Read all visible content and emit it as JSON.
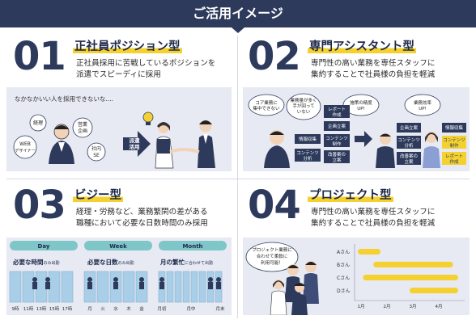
{
  "banner": {
    "title": "ご活用イメージ"
  },
  "panels": [
    {
      "number": "01",
      "title": "正社員ポジション型",
      "desc_lines": [
        "正社員採用に苦戦しているポジションを",
        "派遣でスピーディに採用"
      ],
      "caption": "なかなかいい人を採用できないな....",
      "bubbles": [
        "経理",
        "営業\n企画",
        "WEB\nデザイナー",
        "社内\nSE"
      ],
      "arrow_label": "派遣\n活用"
    },
    {
      "number": "02",
      "title": "専門アシスタント型",
      "desc_lines": [
        "専門性の高い業務を専任スタッフに",
        "集約することで社員様の負担を軽減"
      ],
      "bubble_left": [
        "コア業務に\n集中できない",
        "業務量が多く\n手が回って\nいない"
      ],
      "tasks_left": [
        "レポート\n作成",
        "企画立案",
        "情報収集",
        "コンテンツ\n制作",
        "コンテンツ\n分析",
        "改善案の\n立案"
      ],
      "bubble_right": [
        "施策の精度\nUP!",
        "業務効率\nUP!"
      ],
      "tasks_right_mid": [
        "企画立案",
        "コンテンツ\n分析",
        "改善案の\n立案"
      ],
      "tasks_right_side": [
        "情報収集",
        "コンテンツ\n制作",
        "レポート\n作成"
      ]
    },
    {
      "number": "03",
      "title": "ビジー型",
      "desc_lines": [
        "経理・労務など、業務繁閑の差がある",
        "職種において必要な日数時間のみ採用"
      ],
      "columns": [
        {
          "tab": "Day",
          "heading": "必要な時間",
          "suffix": "のみ出勤",
          "ticks": [
            "9時",
            "11時",
            "13時",
            "15時",
            "17時"
          ]
        },
        {
          "tab": "Week",
          "heading": "必要な日数",
          "suffix": "のみ出勤",
          "ticks": [
            "月",
            "火",
            "水",
            "木",
            "金"
          ]
        },
        {
          "tab": "Month",
          "heading": "月の繁忙",
          "suffix": "に合わせて出勤",
          "ticks": [
            "月初",
            "月中",
            "月末"
          ]
        }
      ]
    },
    {
      "number": "04",
      "title": "プロジェクト型",
      "desc_lines": [
        "専門性の高い業務を専任スタッフに",
        "集約することで社員様の負担を軽減"
      ],
      "bubble": "プロジェクト業務に\n合わせて柔軟に\n利用可能！",
      "gantt": {
        "rows": [
          "Aさん",
          "Bさん",
          "Cさん",
          "Dさん"
        ],
        "months": [
          "1月",
          "2月",
          "3月",
          "4月"
        ],
        "bars": [
          [
            0.0,
            1.0
          ],
          [
            0.6,
            3.8
          ],
          [
            0.2,
            4.0
          ],
          [
            2.0,
            4.0
          ]
        ]
      }
    }
  ],
  "colors": {
    "navy": "#2d3a5c",
    "yellow": "#f5d130",
    "illus_bg": "#e7e9f3",
    "tab_teal": "#7fc6c9"
  }
}
